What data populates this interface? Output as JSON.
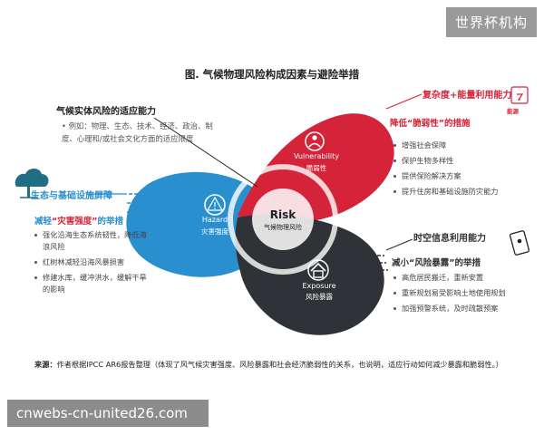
{
  "watermark_top": "世界杯机构",
  "watermark_bottom": "cnwebs-cn-united26.com",
  "title": "图. 气候物理风险构成因素与避险举措",
  "top_left": {
    "title": "气候实体风险的适应能力",
    "desc": "• 例如：物理、生态、技术、经济、政治、制度、心理和/或社会文化方面的适应限度"
  },
  "left": {
    "label": "生态与基础设施屏障",
    "heading_prefix": "减轻",
    "heading_em": "“灾害强度”",
    "heading_suffix": "的举措",
    "items": [
      "强化沿海生态系统韧性，降低海浪风险",
      "红树林减轻沿海风暴损害",
      "修建水库，缓冲洪水，缓解干旱的影响"
    ]
  },
  "right_top": {
    "label": "复杂度+能量利用能力",
    "icon_caption": "能源",
    "heading_prefix": "降低",
    "heading_em": "“脆弱性”",
    "heading_suffix": "的措施",
    "items": [
      "增强社会保障",
      "保护生物多样性",
      "提供保险解决方案",
      "提升住房和基础设施防灾能力"
    ]
  },
  "right_mid": {
    "label": "时空信息利用能力",
    "heading": "减小“风险暴露”的举措",
    "items": [
      "高危居民搬迁，重新安置",
      "重新规划易受影响土地使用规划",
      "加强预警系统，及时疏散预案"
    ]
  },
  "diagram": {
    "vulnerability_en": "Vulnerability",
    "vulnerability_zh": "脆弱性",
    "hazard_en": "Hazard",
    "hazard_zh": "灾害强度",
    "exposure_en": "Exposure",
    "exposure_zh": "风险暴露",
    "center_en": "Risk",
    "center_zh": "气候物理风险"
  },
  "source": {
    "prefix": "来源：",
    "text": "作者根据IPCC AR6报告整理（体现了风气候灾害强度、风险暴露和社会经济脆弱性的关系，也说明，适应行动如何减少暴露和脆弱性。）"
  },
  "colors": {
    "red": "#d5243a",
    "blue": "#2a8fcf",
    "dark": "#2f3236",
    "teal": "#1f8a8a"
  }
}
